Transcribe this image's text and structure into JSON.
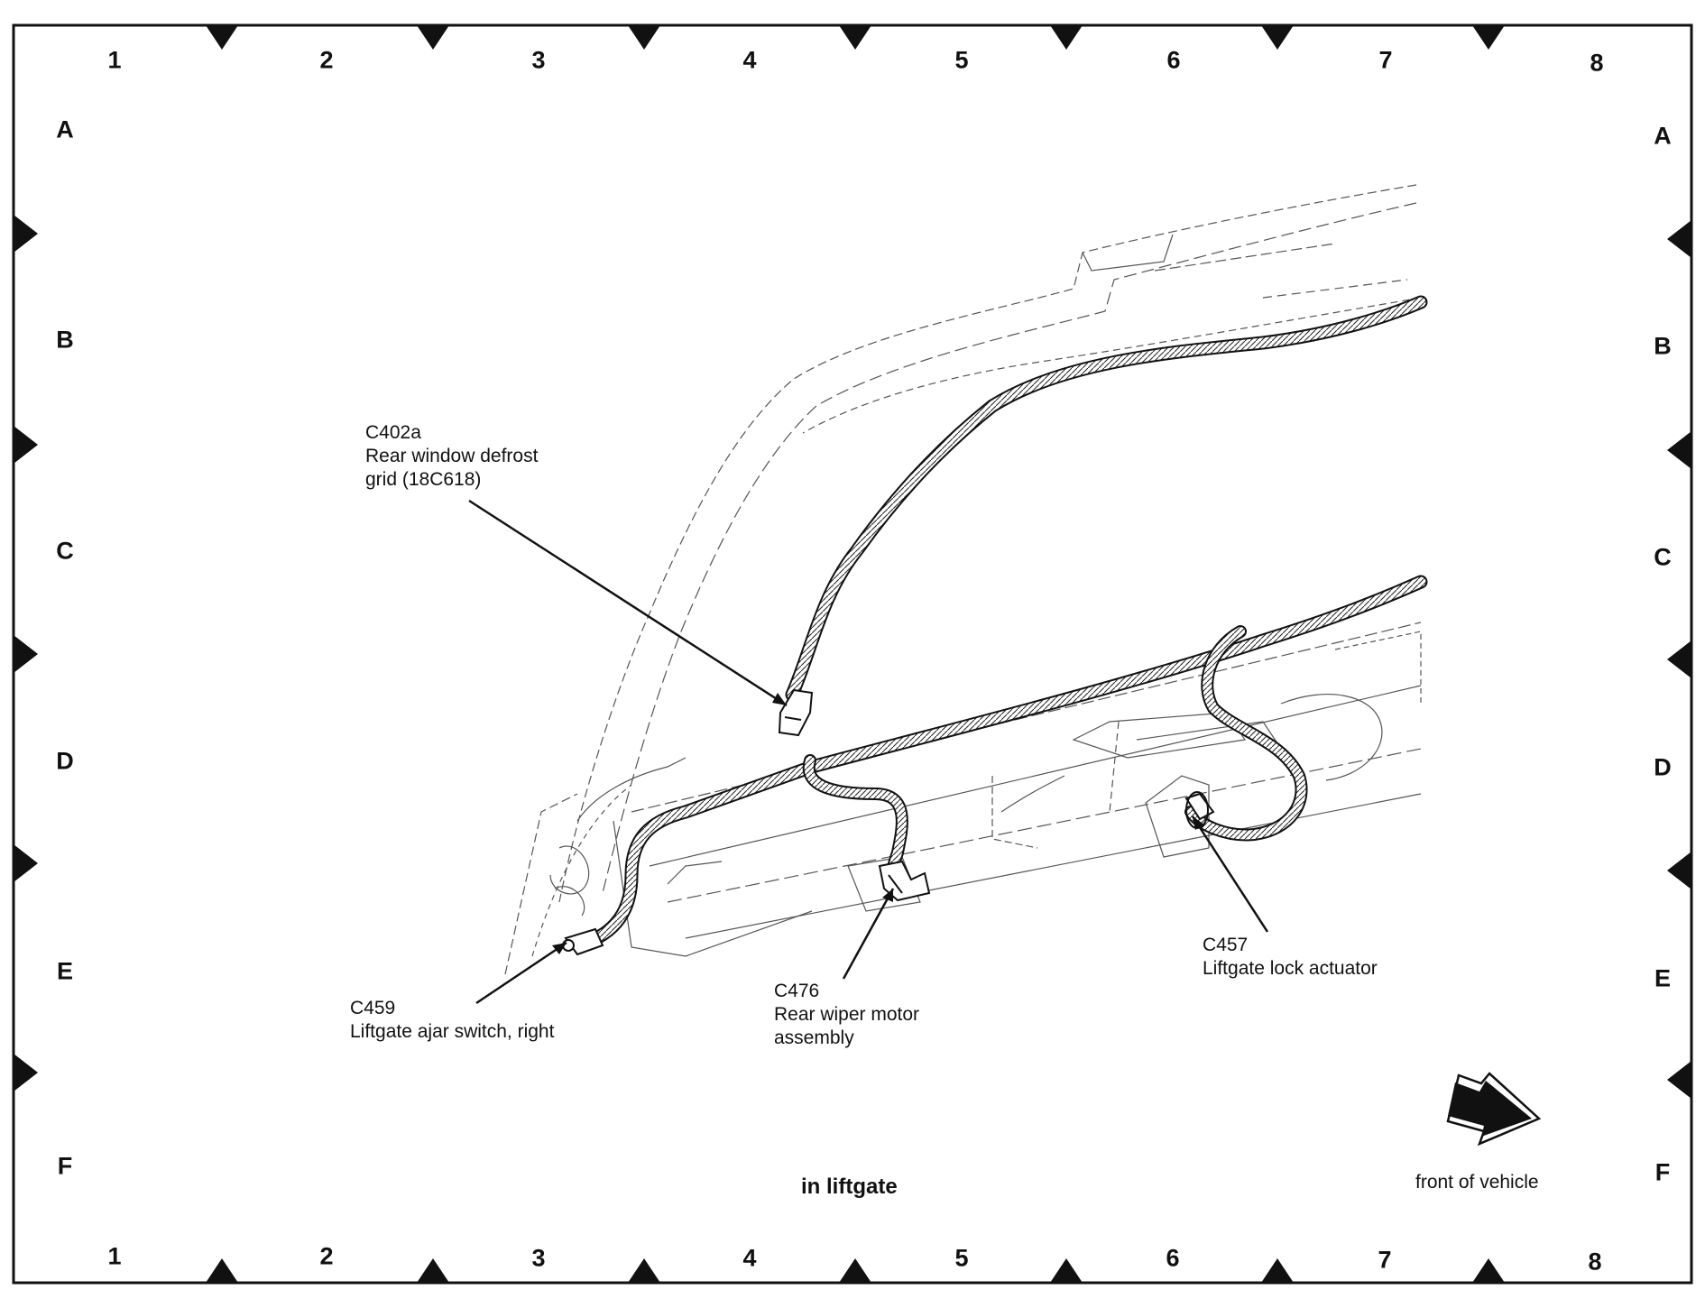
{
  "border": {
    "columns": [
      "1",
      "2",
      "3",
      "4",
      "5",
      "6",
      "7",
      "8"
    ],
    "rows": [
      "A",
      "B",
      "C",
      "D",
      "E",
      "F"
    ]
  },
  "callouts": {
    "c402a": {
      "code": "C402a",
      "line1": "Rear window defrost",
      "line2": "grid (18C618)"
    },
    "c459": {
      "code": "C459",
      "line1": "Liftgate ajar switch, right"
    },
    "c476": {
      "code": "C476",
      "line1": "Rear wiper motor",
      "line2": "assembly"
    },
    "c457": {
      "code": "C457",
      "line1": "Liftgate lock actuator"
    }
  },
  "caption": "in liftgate",
  "orientation": {
    "label": "front of vehicle",
    "icon": "arrow-icon"
  },
  "colors": {
    "ink": "#111111",
    "background": "#ffffff"
  }
}
